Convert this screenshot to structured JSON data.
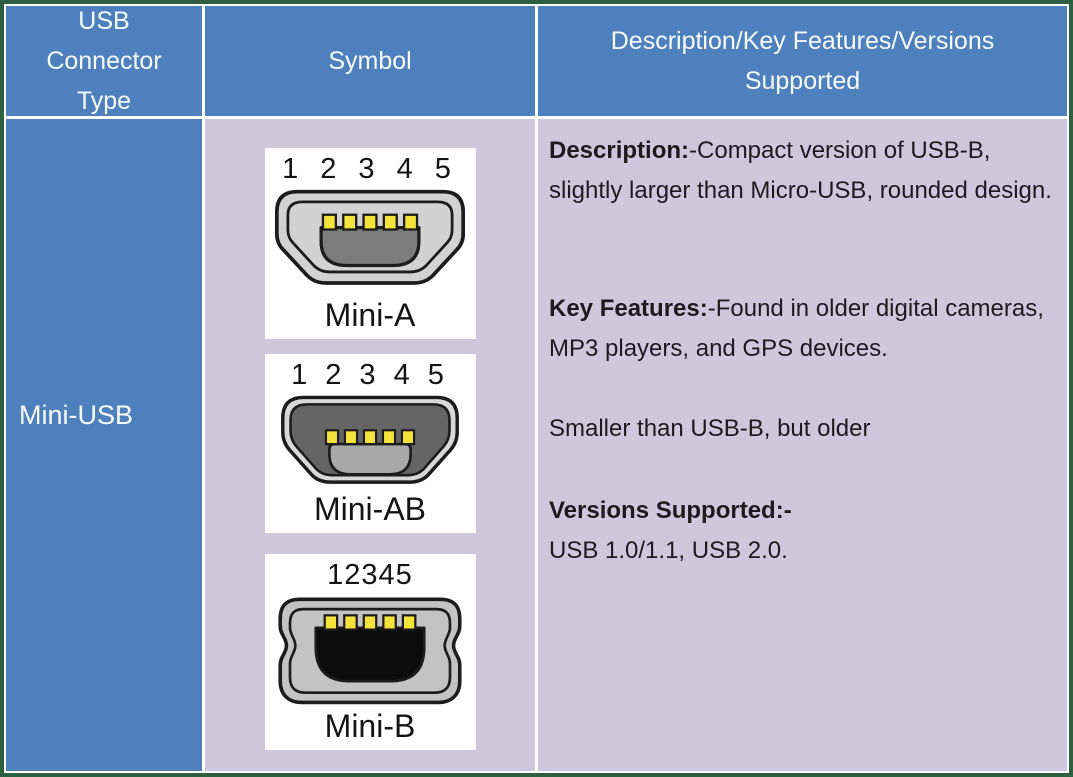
{
  "colors": {
    "frame_border": "#2e5f41",
    "header_blue": "#4e80bd",
    "body_lavender": "#cfc8dd",
    "panel_white": "#ffffff",
    "pin_yellow": "#f4e33a",
    "text_dark": "#1d1b1e",
    "text_light": "#f7fafd"
  },
  "table": {
    "header": {
      "columns": [
        {
          "label": "USB Connector Type"
        },
        {
          "label": "Symbol"
        },
        {
          "label": "Description/Key Features/Versions Supported"
        }
      ]
    },
    "row": {
      "type_label": "Mini-USB",
      "symbols": [
        {
          "pins_label": "1 2 3 4 5",
          "name": "Mini-A"
        },
        {
          "pins_label": "1 2 3 4 5",
          "name": "Mini-AB"
        },
        {
          "pins_label": "12345",
          "name": "Mini-B"
        }
      ],
      "description": {
        "paragraphs": [
          {
            "bold": "Description:",
            "text": "-Compact version of USB-B, slightly larger than Micro-USB, rounded design."
          },
          {
            "bold": "Key Features:",
            "text": "-Found in older digital cameras, MP3 players, and GPS devices."
          },
          {
            "bold": "",
            "text": "Smaller than USB-B, but older"
          },
          {
            "bold": "Versions Supported:-",
            "text": ""
          },
          {
            "bold": "",
            "text": "USB 1.0/1.1, USB 2.0."
          }
        ]
      }
    }
  }
}
